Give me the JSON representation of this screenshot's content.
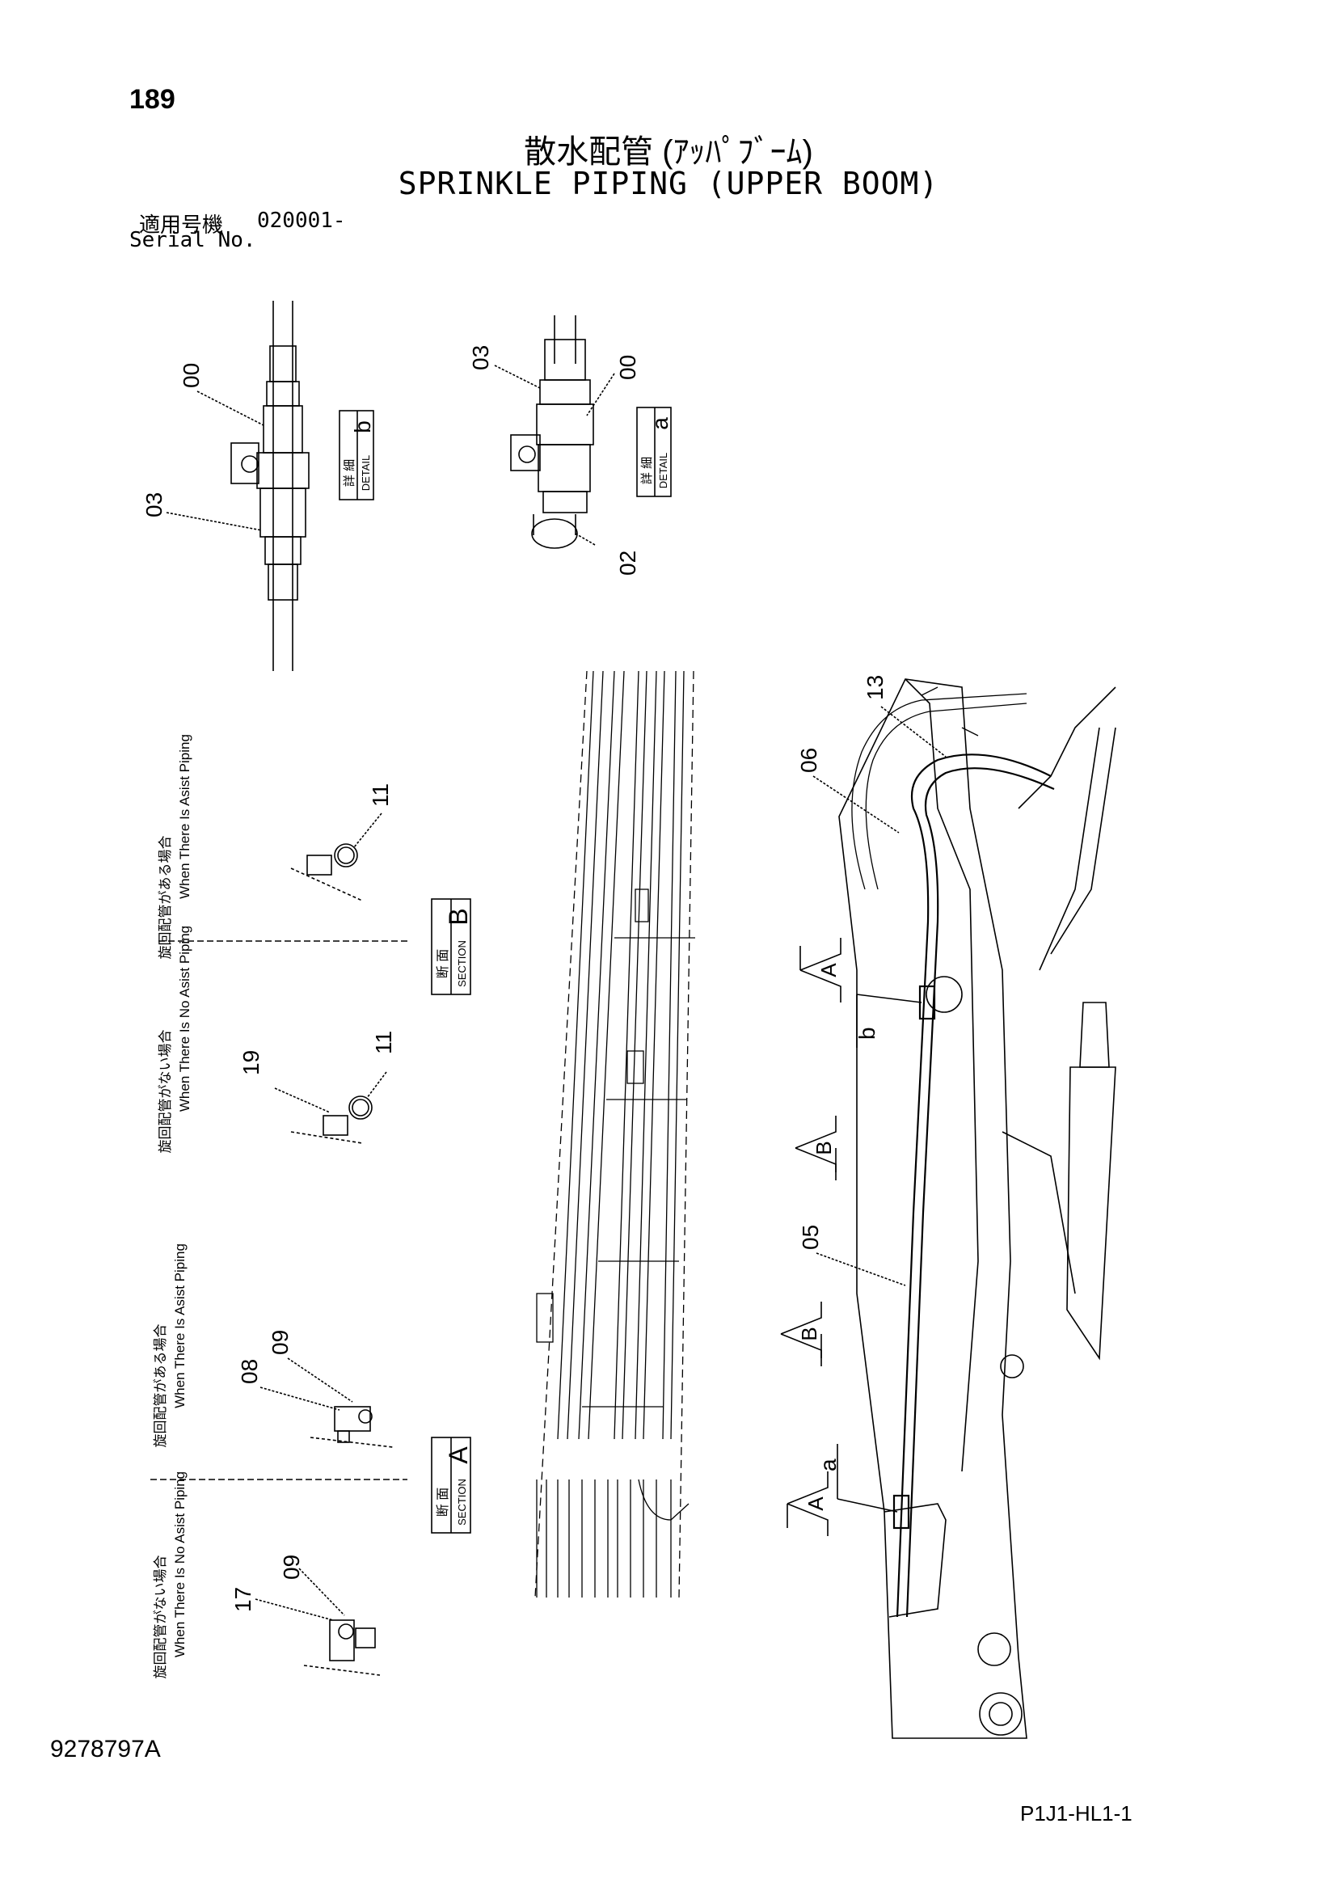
{
  "page_number": "189",
  "title_jp": "散水配管 (ｱｯﾊﾟﾌﾞｰﾑ)",
  "title_en": "SPRINKLE PIPING (UPPER BOOM)",
  "serial": {
    "label_jp": "適用号機",
    "value": "020001-",
    "label_en": "Serial No."
  },
  "document_code": "9278797A",
  "page_code": "P1J1-HL1-1",
  "details": {
    "b": {
      "label_jp": "詳 細",
      "label_en": "DETAIL",
      "letter": "b",
      "callouts": [
        "00",
        "03"
      ]
    },
    "a": {
      "label_jp": "詳 細",
      "label_en": "DETAIL",
      "letter": "a",
      "callouts": [
        "03",
        "00",
        "02"
      ]
    }
  },
  "sections": {
    "B": {
      "label_jp": "断 面",
      "label_en": "SECTION",
      "letter": "B"
    },
    "A": {
      "label_jp": "断 面",
      "label_en": "SECTION",
      "letter": "A"
    }
  },
  "variants": {
    "b_asist": {
      "jp": "旋回配管がある場合",
      "en": "When There Is Asist Piping",
      "callouts": [
        "11"
      ]
    },
    "b_no_asist": {
      "jp": "旋回配管がない場合",
      "en": "When There Is No Asist Piping",
      "callouts": [
        "19",
        "11"
      ]
    },
    "a_asist": {
      "jp": "旋回配管がある場合",
      "en": "When There Is Asist Piping",
      "callouts": [
        "08",
        "09"
      ]
    },
    "a_no_asist": {
      "jp": "旋回配管がない場合",
      "en": "When There Is No Asist Piping",
      "callouts": [
        "17",
        "09"
      ]
    }
  },
  "main_view": {
    "callouts": [
      "13",
      "06",
      "05"
    ],
    "detail_refs": [
      "b",
      "a"
    ],
    "section_markers": [
      "A",
      "B",
      "B",
      "A"
    ]
  }
}
